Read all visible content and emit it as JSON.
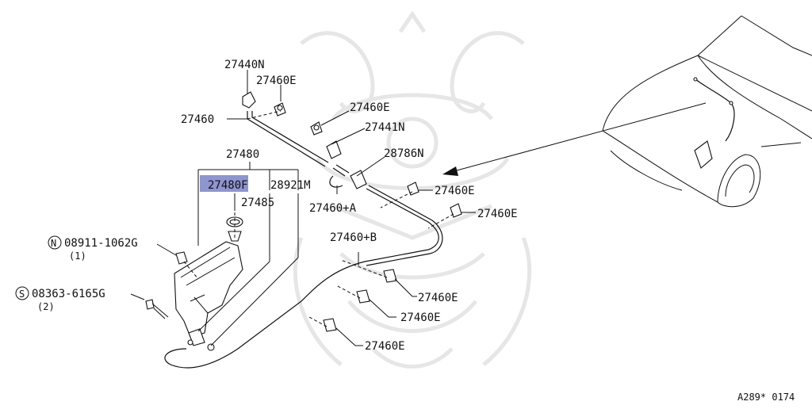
{
  "diagram": {
    "labels": {
      "p27440N": "27440N",
      "p27460E_top": "27460E",
      "p27460": "27460",
      "p27460E_2": "27460E",
      "p27441N": "27441N",
      "p28786N": "28786N",
      "p27480": "27480",
      "p27480F": "27480F",
      "p28921M": "28921M",
      "p27485": "27485",
      "p27460A": "27460+A",
      "p27460E_3": "27460E",
      "p27460E_4": "27460E",
      "p27460B": "27460+B",
      "p08911": "08911-1062G",
      "p08911_sym": "N",
      "p08911_qty": "(1)",
      "p08363": "08363-6165G",
      "p08363_sym": "S",
      "p08363_qty": "(2)",
      "p27460E_5": "27460E",
      "p27460E_6": "27460E",
      "p27460E_7": "27460E",
      "ref_code": "A289* 0174"
    },
    "highlight_color": "#8f95cf"
  }
}
